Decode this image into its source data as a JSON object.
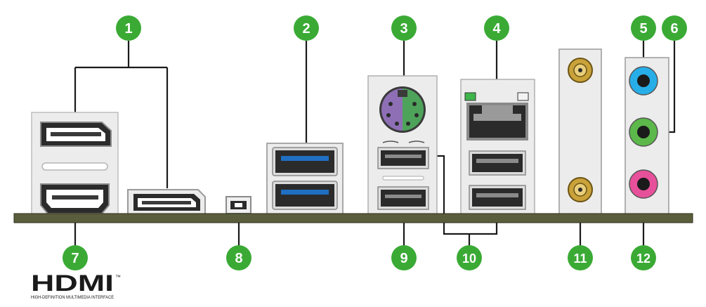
{
  "callouts": [
    {
      "number": "1"
    },
    {
      "number": "2"
    },
    {
      "number": "3"
    },
    {
      "number": "4"
    },
    {
      "number": "5"
    },
    {
      "number": "6"
    },
    {
      "number": "7"
    },
    {
      "number": "8"
    },
    {
      "number": "9"
    },
    {
      "number": "10"
    },
    {
      "number": "11"
    },
    {
      "number": "12"
    }
  ],
  "logo": {
    "wordmark": "HDMI",
    "trademark": "™",
    "tagline": "HIGH-DEFINITION MULTIMEDIA INTERFACE"
  },
  "colors": {
    "callout_fill": "#3aaa35",
    "baseplate": "#5b5e3d",
    "port_frame": "#e6e6e6",
    "port_shell": "#2b2b2b",
    "usb3_blue": "#1f6fc2",
    "ps2_purple": "#8e6fb5",
    "ps2_green": "#4ea35a",
    "audio_blue": "#27aee8",
    "audio_green": "#5cb84a",
    "audio_pink": "#e7509a",
    "antenna_gold": "#c9a23a",
    "led_green": "#3fb54c"
  },
  "icons": [
    "hdmi-logo",
    "displayport-connector",
    "usb-connector",
    "rj45-connector",
    "ps2-connector",
    "audio-jack",
    "wifi-antenna-connector",
    "flashback-button"
  ]
}
